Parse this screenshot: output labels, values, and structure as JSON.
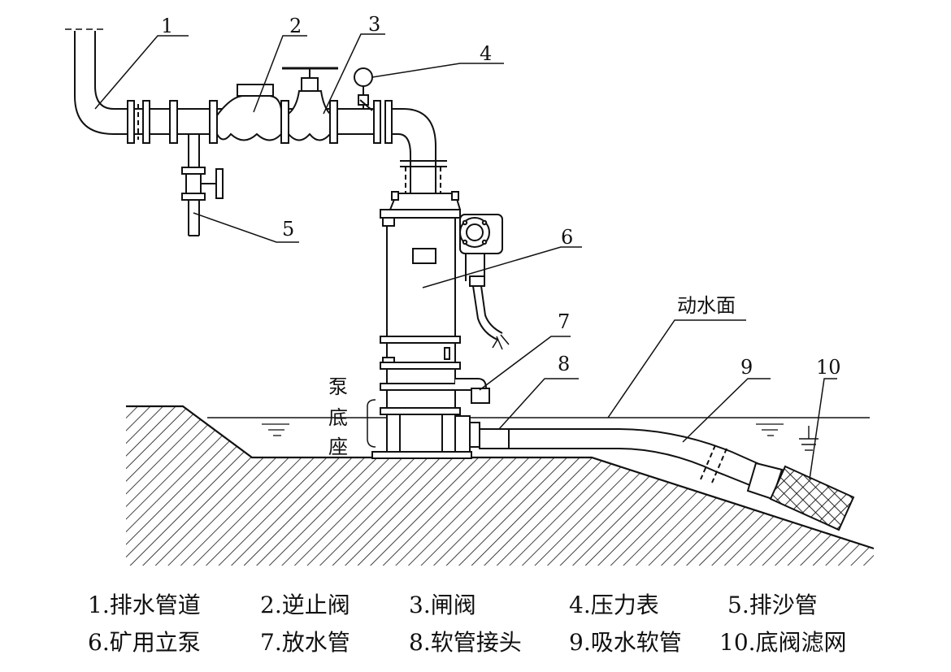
{
  "callouts": {
    "c1": "1",
    "c2": "2",
    "c3": "3",
    "c4": "4",
    "c5": "5",
    "c6": "6",
    "c7": "7",
    "c8": "8",
    "c9": "9",
    "c10": "10"
  },
  "labels": {
    "water_level": "动水面",
    "pump_base_1": "泵",
    "pump_base_2": "底",
    "pump_base_3": "座"
  },
  "legend": [
    "1.排水管道",
    "2.逆止阀",
    "3.闸阀",
    "4.压力表",
    "5.排沙管",
    "6.矿用立泵",
    "7.放水管",
    "8.软管接头",
    "9.吸水软管",
    "10.底阀滤网"
  ]
}
